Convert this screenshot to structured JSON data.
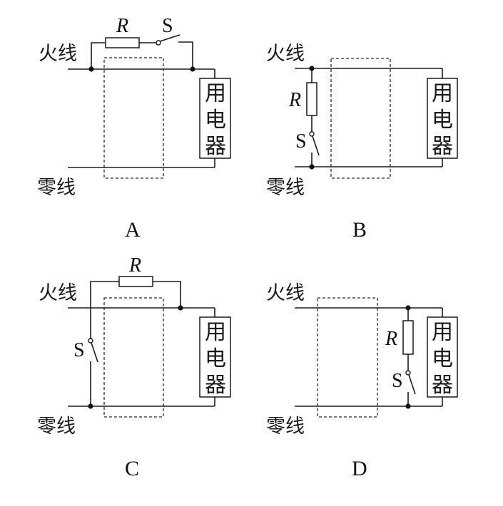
{
  "labels": {
    "live_wire": "火线",
    "neutral_wire": "零线",
    "appliance": [
      "用",
      "电",
      "器"
    ],
    "resistor": "R",
    "switch": "S"
  },
  "options": [
    {
      "id": "A",
      "label": "A",
      "description": "R and S in series, connected in parallel across the live wire (bypass around dashed region)"
    },
    {
      "id": "B",
      "label": "B",
      "description": "R and S in series, connected between live and neutral wires, left of dashed region"
    },
    {
      "id": "C",
      "label": "C",
      "description": "R from live (right of dashed region) to a wire left of region that goes via S to neutral"
    },
    {
      "id": "D",
      "label": "D",
      "description": "R and S in series, connected between live and neutral wires, right of dashed region"
    }
  ],
  "colors": {
    "line": "#1a1a1a",
    "background": "#ffffff"
  }
}
